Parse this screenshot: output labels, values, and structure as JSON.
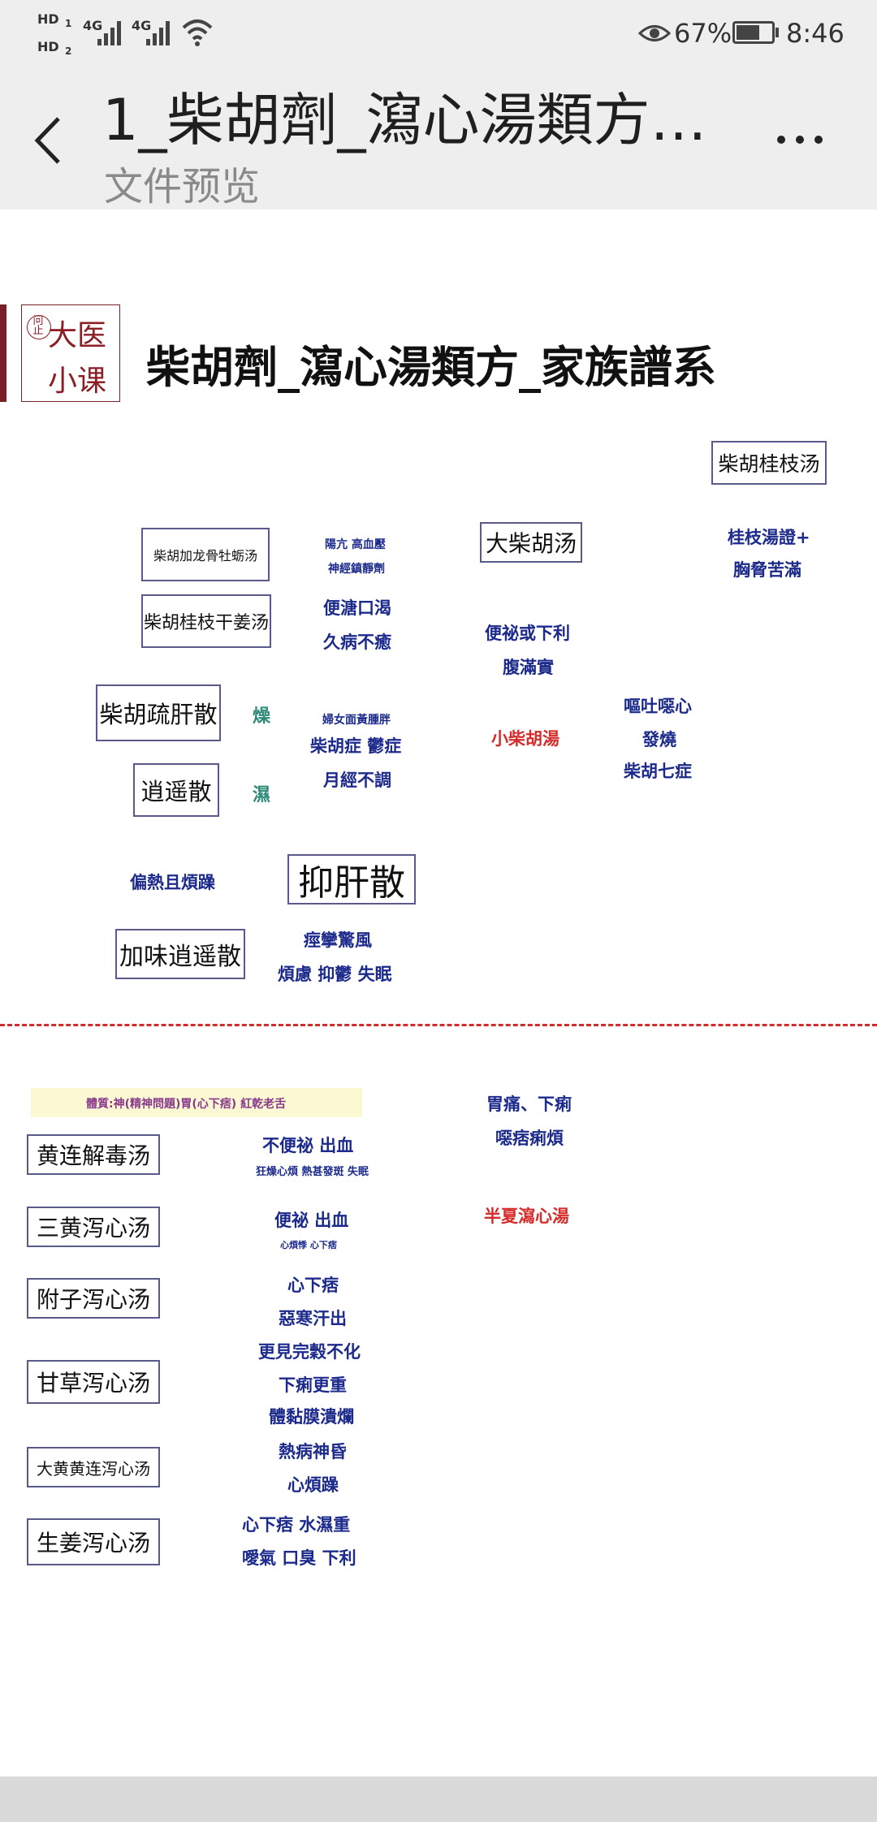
{
  "status_bar": {
    "hd1": "HD",
    "hd1_sub": "1",
    "hd2": "HD",
    "hd2_sub": "2",
    "net1": "4G",
    "net2": "4G",
    "battery_pct": "67%",
    "time": "8:46",
    "battery_level": 0.67
  },
  "app_bar": {
    "title": "1_柴胡劑_瀉心湯類方…",
    "subtitle": "文件预览",
    "icons": [
      "chevron-left-icon",
      "more-icon"
    ]
  },
  "document": {
    "logo": {
      "seal": "问止",
      "line1": "大医",
      "line2": "小课"
    },
    "heading": "柴胡劑_瀉心湯類方_家族譜系",
    "top_section": {
      "boxes": {
        "chaihu_guizhi": "柴胡桂枝汤",
        "da_chaihu": "大柴胡汤",
        "chaihu_longgu": "柴胡加龙骨牡蛎汤",
        "chaihu_guizhi_ganjiang": "柴胡桂枝干姜汤",
        "chaihu_shugan": "柴胡疏肝散",
        "xiaoyao": "逍遥散",
        "yigan": "抑肝散",
        "jiawei_xiaoyao": "加味逍遥散"
      },
      "labels": {
        "guizhi_plus": "桂枝湯證+",
        "chest_full": "胸脅苦滿",
        "hypertension": "陽亢 高血壓",
        "sedative": "神經鎮靜劑",
        "loose_stool": "便溏口渴",
        "chronic": "久病不癒",
        "constipation": "便祕或下利",
        "abd_full": "腹滿實",
        "dry": "燥",
        "damp": "濕",
        "women": "婦女面黃腫胖",
        "chaihu_depr": "柴胡症 鬱症",
        "menstrual": "月經不調",
        "xiao_chaihu": "小柴胡湯",
        "nausea": "嘔吐噁心",
        "fever": "發燒",
        "seven": "柴胡七症",
        "heat_irritable": "偏熱且煩躁",
        "spasm": "痙攣驚風",
        "anxiety": "煩慮 抑鬱 失眠"
      }
    },
    "bottom_section": {
      "constitution": "體質:神(精神問題)胃(心下痞) 紅乾老舌",
      "boxes": {
        "huanglian_jiedu": "黄连解毒汤",
        "sanhuang": "三黄泻心汤",
        "fuzi": "附子泻心汤",
        "gancao": "甘草泻心汤",
        "dahuang_huanglian": "大黄黄连泻心汤",
        "shengjiang": "生姜泻心汤"
      },
      "labels": {
        "not_constipated": "不便祕  出血",
        "mania": "狂燥心煩 熱甚發斑 失眠",
        "constipated": "便祕 出血",
        "palpitation": "心煩悸 心下痞",
        "pi": "心下痞",
        "chills": "惡寒汗出",
        "undigested": "更見完穀不化",
        "worse_diarrhea": "下痢更重",
        "mucosa": "體黏膜潰爛",
        "fever_coma": "熱病神昏",
        "irritable": "心煩躁",
        "water": "心下痞 水濕重",
        "belch": "噯氣 口臭 下利",
        "stomach": "胃痛、下痢",
        "mouth": "噁痞痢煩",
        "banxia": "半夏瀉心湯"
      }
    }
  }
}
